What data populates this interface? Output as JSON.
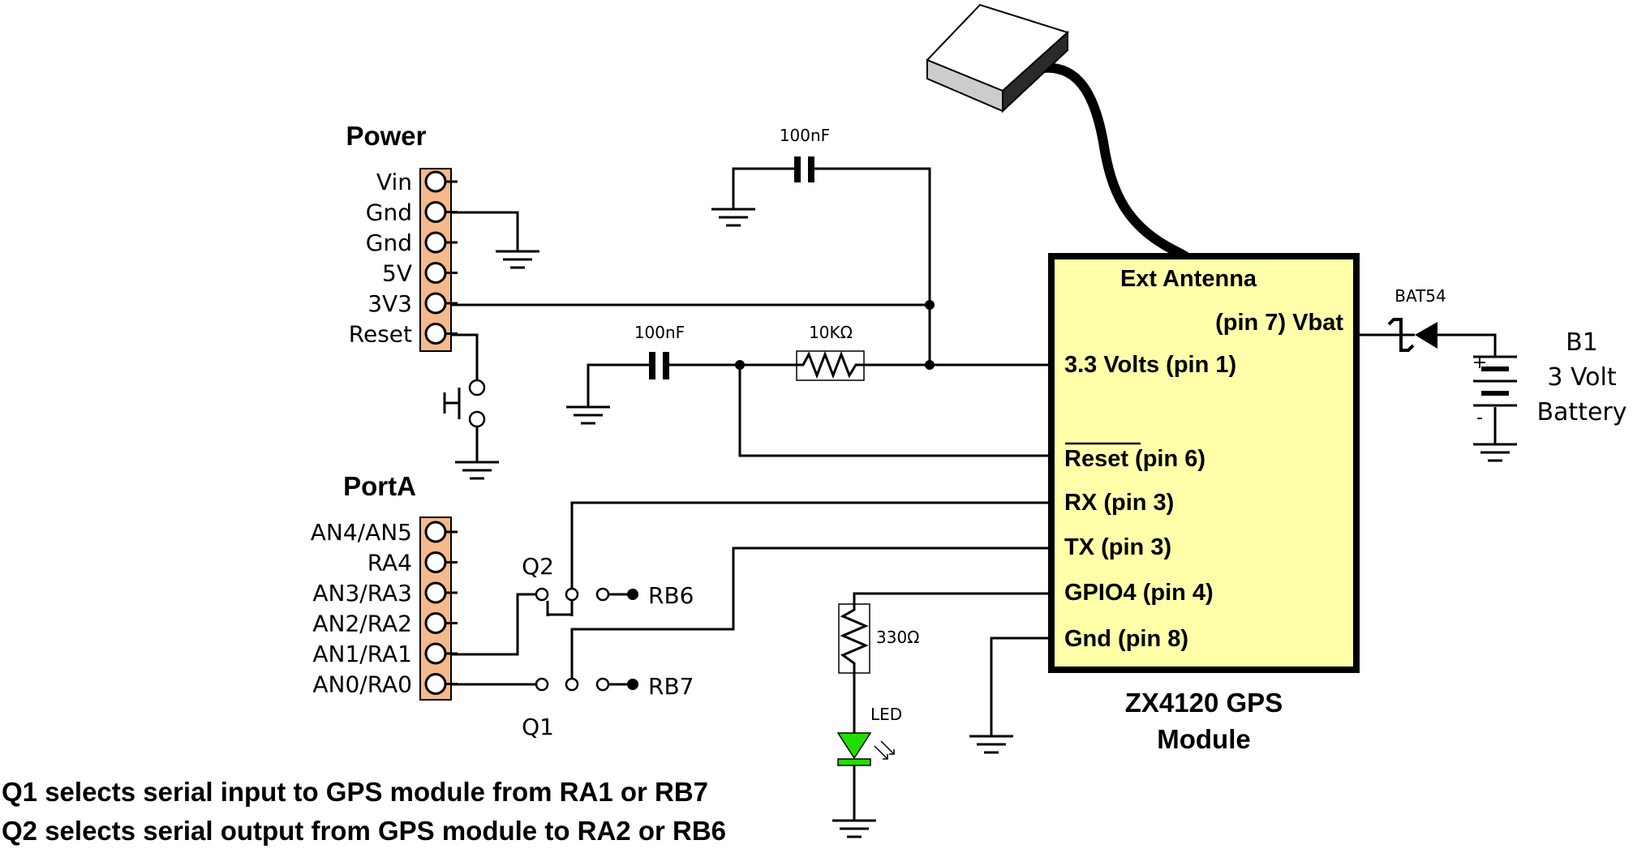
{
  "power_header": {
    "title": "Power",
    "pins": [
      "Vin",
      "Gnd",
      "Gnd",
      "5V",
      "3V3",
      "Reset"
    ]
  },
  "porta_header": {
    "title": "PortA",
    "pins": [
      "AN4/AN5",
      "RA4",
      "AN3/RA3",
      "AN2/RA2",
      "AN1/RA1",
      "AN0/RA0"
    ]
  },
  "capacitors": {
    "c_top": "100nF",
    "c_mid": "100nF"
  },
  "resistors": {
    "r_reset": "10KΩ",
    "r_led": "330Ω"
  },
  "led": {
    "label": "LED"
  },
  "diode": {
    "label": "BAT54"
  },
  "battery": {
    "ref": "B1",
    "line1": "3 Volt",
    "line2": "Battery",
    "plus": "+",
    "minus": "-"
  },
  "jumpers": {
    "q1": "Q1",
    "q2": "Q2",
    "rb6": "RB6",
    "rb7": "RB7"
  },
  "gps_module": {
    "pins": {
      "ext_antenna": "Ext Antenna",
      "vbat": "(pin 7) Vbat",
      "v33": "3.3 Volts (pin 1)",
      "reset_word": "Reset",
      "reset_pin": " (pin 6)",
      "rx": "RX (pin 3)",
      "tx": "TX (pin 3)",
      "gpio4": "GPIO4 (pin 4)",
      "gnd": "Gnd (pin 8)"
    },
    "name_line1": "ZX4120 GPS",
    "name_line2": "Module",
    "fill_color": "#ffffaa"
  },
  "notes": [
    "Q1 selects serial input to GPS module from RA1 or RB7",
    "Q2 selects serial output from GPS module to RA2 or RB6"
  ],
  "colors": {
    "header_fill": "#f5b98c",
    "led_color": "#22dd00",
    "module_fill": "#ffffaa"
  }
}
